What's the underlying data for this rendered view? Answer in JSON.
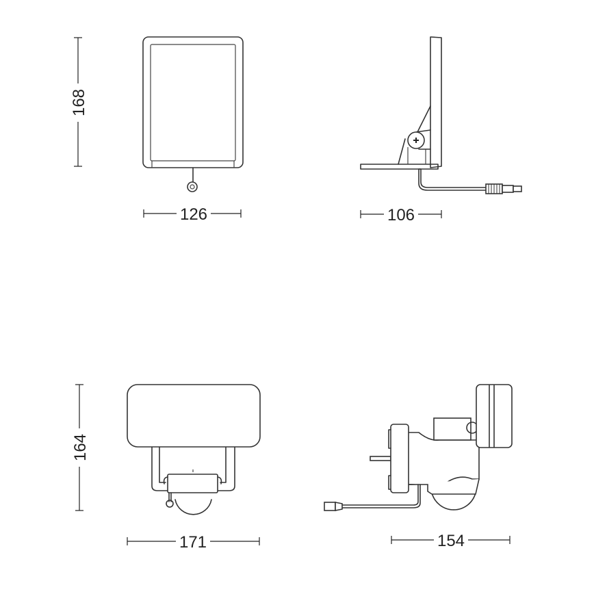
{
  "dimensions": {
    "top_height": "168",
    "top_front_width": "126",
    "top_side_depth": "106",
    "bottom_height": "164",
    "bottom_front_width": "171",
    "bottom_side_depth": "154"
  },
  "colors": {
    "line": "#333333",
    "background": "#ffffff"
  }
}
